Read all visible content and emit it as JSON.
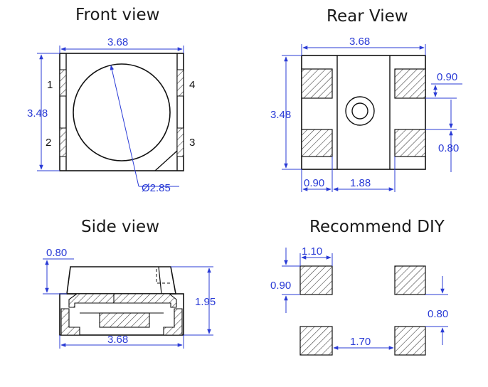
{
  "titles": {
    "front": "Front view",
    "rear": "Rear View",
    "side": "Side view",
    "recommend": "Recommend DIY"
  },
  "front": {
    "width": "3.68",
    "height": "3.48",
    "diameter": "Ø2.85",
    "pins": [
      "1",
      "2",
      "3",
      "4"
    ]
  },
  "rear": {
    "width": "3.68",
    "height": "3.48",
    "pad_height": "0.90",
    "pad_gap": "0.80",
    "pad_width": "0.90",
    "pad_spacing": "1.88"
  },
  "side": {
    "top_offset": "0.80",
    "height": "1.95",
    "width": "3.68"
  },
  "recommend": {
    "pad_width": "1.10",
    "pad_height": "0.90",
    "pad_gap": "0.80",
    "pad_spacing": "1.70"
  },
  "colors": {
    "dimension": "#2a3bd6",
    "outline": "#111111"
  }
}
